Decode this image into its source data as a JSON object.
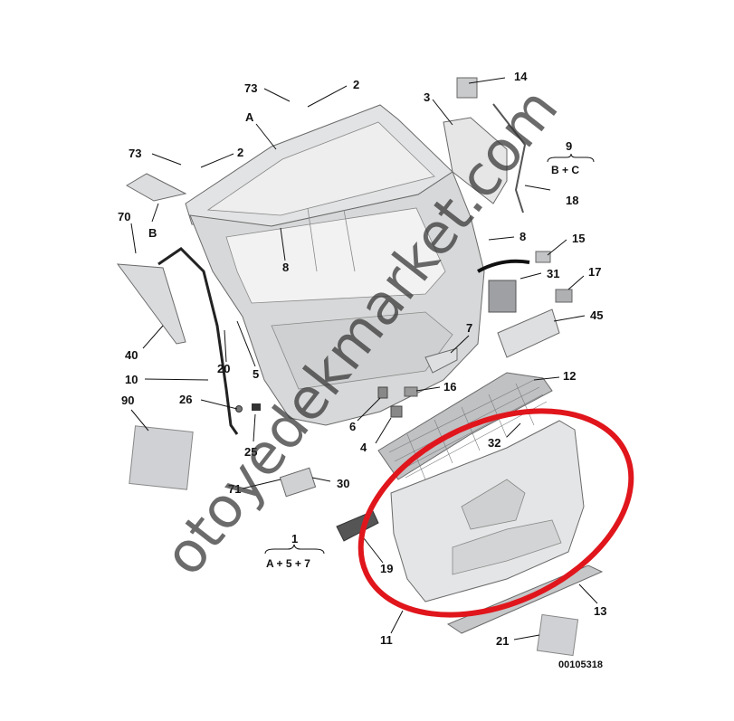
{
  "callouts": {
    "c73a": "73",
    "c2a": "2",
    "c14": "14",
    "c3": "3",
    "cA": "A",
    "c73b": "73",
    "c2b": "2",
    "c9": "9",
    "c9sub": "B + C",
    "c18": "18",
    "c70": "70",
    "cB": "B",
    "c8a": "8",
    "c8b": "8",
    "c15": "15",
    "c31": "31",
    "c17": "17",
    "c45": "45",
    "c7": "7",
    "c40": "40",
    "c20": "20",
    "c5": "5",
    "c10": "10",
    "c16": "16",
    "c12": "12",
    "c90": "90",
    "c26": "26",
    "c6": "6",
    "c32": "32",
    "c4": "4",
    "c25": "25",
    "c71": "71",
    "c30": "30",
    "c1": "1",
    "c1sub": "A + 5 + 7",
    "c19": "19",
    "c13": "13",
    "c11": "11",
    "c21": "21"
  },
  "reference_code": "00105318",
  "watermark": "otoyedekmarket.com",
  "colors": {
    "highlight": "#e0161c",
    "part_fill": "#d9dadb",
    "part_light": "#ebebec",
    "box_fill": "#cfd1d4"
  }
}
